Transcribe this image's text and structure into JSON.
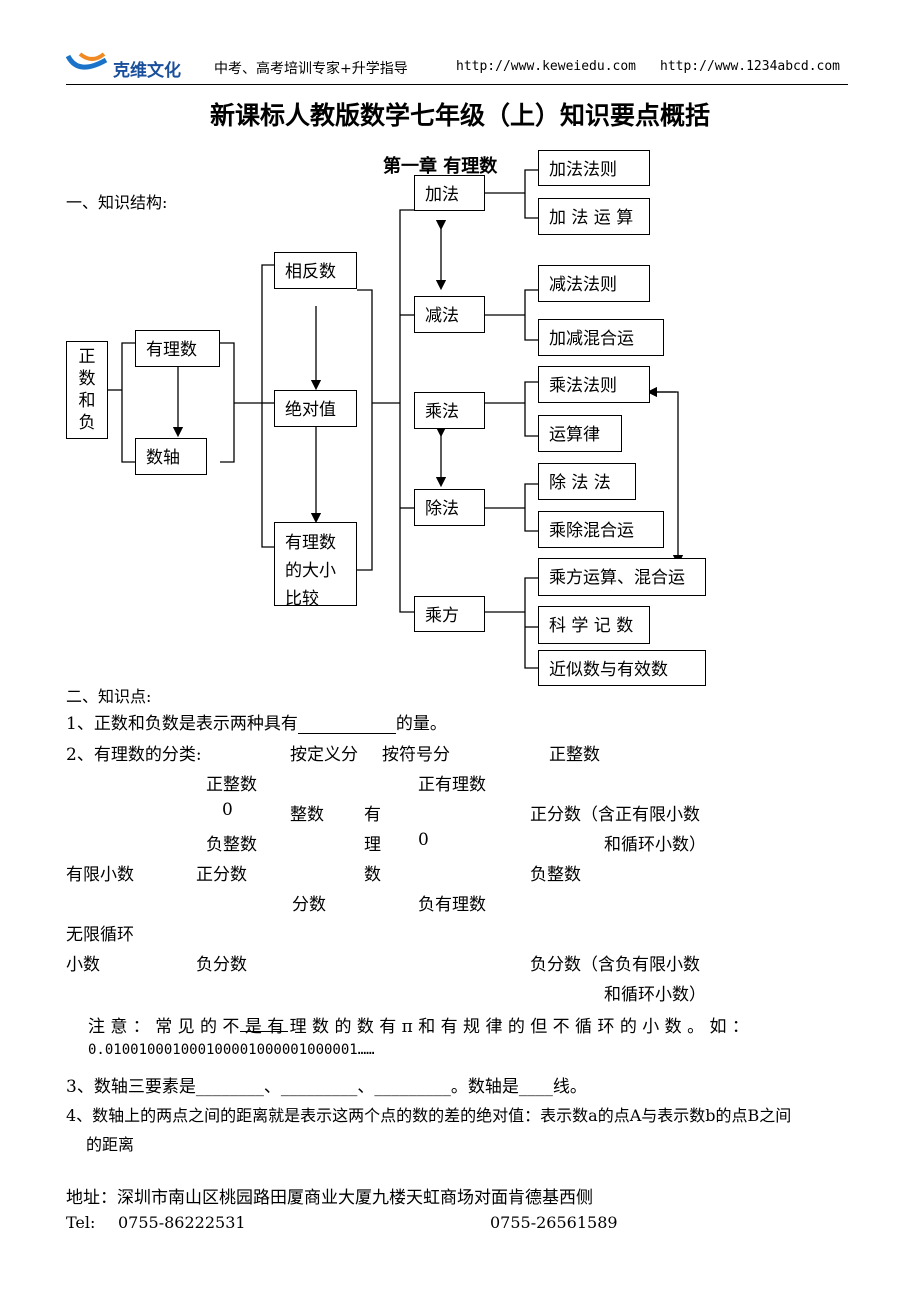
{
  "header": {
    "brand": "克维文化",
    "slogan": "中考、高考培训专家+升学指导",
    "url1": "http://www.keweiedu.com",
    "url2": "http://www.1234abcd.com",
    "logo_color": "#1a73c9",
    "logo_accent": "#f08a24"
  },
  "title": "新课标人教版数学七年级（上）知识要点概括",
  "chapter": "第一章    有理数",
  "section1": "一、知识结构:",
  "diagram": {
    "zhengfu": [
      "正",
      "数",
      "和",
      "负"
    ],
    "youlishu": "有理数",
    "shuzhou": "数轴",
    "xiangfanshu": "相反数",
    "jueduizhi": "绝对值",
    "bijiao": [
      "有理数",
      "的大小",
      "比较"
    ],
    "jiafa": "加法",
    "jianfa": "减法",
    "chengfa": "乘法",
    "chufa": "除法",
    "chengfang": "乘方",
    "jiafafaze": "加法法则",
    "jiafayunsuan": "加 法 运 算",
    "jianfafaze": "减法法则",
    "jiajianhunhe": "加减混合运",
    "chengfafaze": "乘法法则",
    "yunsuanlv": "运算律",
    "chufafa": "除  法  法",
    "chengchuhunhe": "乘除混合运",
    "chengfangyunsuan": "乘方运算、混合运",
    "kexuejishu": "科 学 记 数",
    "jinsishu": "近似数与有效数"
  },
  "section2": "二、知识点:",
  "p1_before": "1、正数和负数是表示两种具有",
  "p1_after": "的量。",
  "p2": "2、有理数的分类:",
  "by_def": "按定义分",
  "by_sign": "按符号分",
  "cls_left": {
    "pos_int": "正整数",
    "zero": "0",
    "neg_int": "负整数",
    "integer": "整数",
    "finite_dec": "有限小数",
    "inf_rep": "无限循环",
    "xiaoshu": "小数",
    "pos_frac": "正分数",
    "neg_frac": "负分数",
    "fraction": "分数",
    "rational": [
      "有",
      "理",
      "数"
    ]
  },
  "cls_right": {
    "pos_rational": "正有理数",
    "zero": "0",
    "neg_rational": "负有理数",
    "pos_int": "正整数",
    "pos_frac": "正分数（含正有限小数",
    "pos_frac2": "和循环小数）",
    "neg_int": "负整数",
    "neg_frac": "负分数（含负有限小数",
    "neg_frac2": "和循环小数）"
  },
  "note_line1": "注 意 ： 常 见 的 不 是 有 理 数 的 数 有 π 和 有 规 律 的 但 不 循 环 的 小 数 。 如 ：",
  "note_line2": "0.010010001000100001000001000001……",
  "p3": "3、数轴三要素是________、_________、_________。数轴是____线。",
  "p4_line1": "4、数轴上的两点之间的距离就是表示这两个点的数的差的绝对值：表示数a的点A与表示数b的点B之间",
  "p4_line2": "的距离",
  "footer": {
    "address": "地址：深圳市南山区桃园路田厦商业大厦九楼天虹商场对面肯德基西侧",
    "tel_label": "Tel:",
    "tel1": "0755-86222531",
    "tel2": "0755-26561589"
  }
}
